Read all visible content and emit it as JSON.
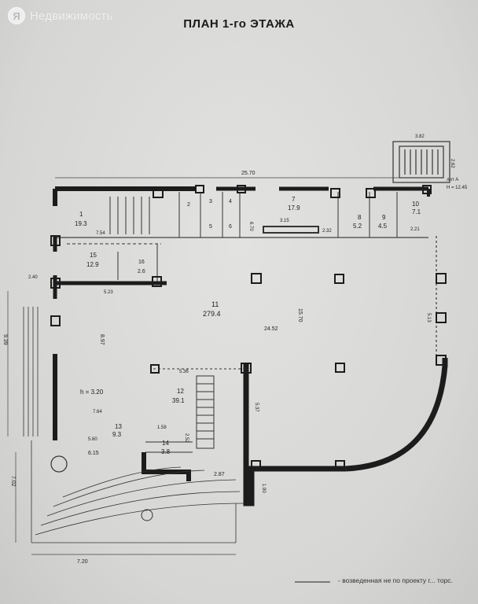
{
  "watermark": {
    "logo_letter": "Я",
    "text": "Недвижимость"
  },
  "title": "ПЛАН 1-го ЭТАЖА",
  "rooms": [
    {
      "num": "1",
      "area": "19.3"
    },
    {
      "num": "2",
      "area": ""
    },
    {
      "num": "3",
      "area": ""
    },
    {
      "num": "4",
      "area": ""
    },
    {
      "num": "5",
      "area": ""
    },
    {
      "num": "6",
      "area": ""
    },
    {
      "num": "7",
      "area": "17.9"
    },
    {
      "num": "8",
      "area": "5.2"
    },
    {
      "num": "9",
      "area": "4.5"
    },
    {
      "num": "10",
      "area": "7.1"
    },
    {
      "num": "11",
      "area": "279.4"
    },
    {
      "num": "12",
      "area": "39.1"
    },
    {
      "num": "13",
      "area": "9.3"
    },
    {
      "num": "14",
      "area": "3.8"
    },
    {
      "num": "15",
      "area": "12.9"
    },
    {
      "num": "16",
      "area": "2.6"
    }
  ],
  "dimensions": {
    "top_length": "25.70",
    "stair_top": "3.82",
    "stair_side": "2.62",
    "lit_a": "лит А",
    "height_mark": "Н = 12.45",
    "hall_width": "24.52",
    "hall_depth": "15.70",
    "left_upper": "8.97",
    "left_total": "9.39",
    "left_bottom": "7.02",
    "bottom_width": "7.20",
    "h_label": "h = 3.20",
    "w_560": "5.60",
    "w_615": "6.15",
    "w_536": "5.36",
    "w_287": "2.87",
    "w_537": "5.37",
    "w_190": "1.90",
    "r1_w": "7.54",
    "r7_w": "3.15",
    "r8_w": "2.32",
    "r10_w": "2.21",
    "w_570": "6.70",
    "w_523": "5.23",
    "w_240": "2.40",
    "w_513": "5.13",
    "w_764": "7.64",
    "w_158": "1.58",
    "w_252": "2.52"
  },
  "legend": {
    "text": "- возведенная не по проекту г... торс."
  }
}
